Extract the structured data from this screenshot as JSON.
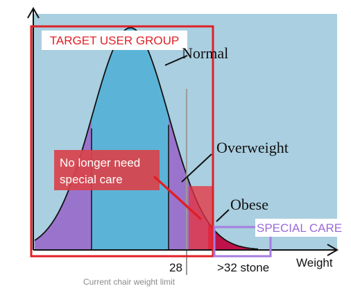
{
  "labels": {
    "target_user_group": "TARGET USER GROUP",
    "normal": "Normal",
    "overweight": "Overweight",
    "obese": "Obese",
    "no_longer_need_line1": "No longer need",
    "no_longer_need_line2": "special care",
    "special_care": "SPECIAL CARE",
    "tick_28": "28",
    "tick_32": ">32 stone",
    "x_axis": "Weight",
    "chair_limit": "Current chair weight limit"
  },
  "colors": {
    "background_panel": "#a9cfe0",
    "normal_fill": "#5bb4d8",
    "overweight_fill": "#9a74cc",
    "obese_fill": "#c0124a",
    "target_box": "#e02026",
    "no_longer_box": "#d9434b",
    "special_care_box": "#a57de0",
    "special_care_text": "#9a6ad8",
    "limit_line": "#9a9a9a"
  }
}
